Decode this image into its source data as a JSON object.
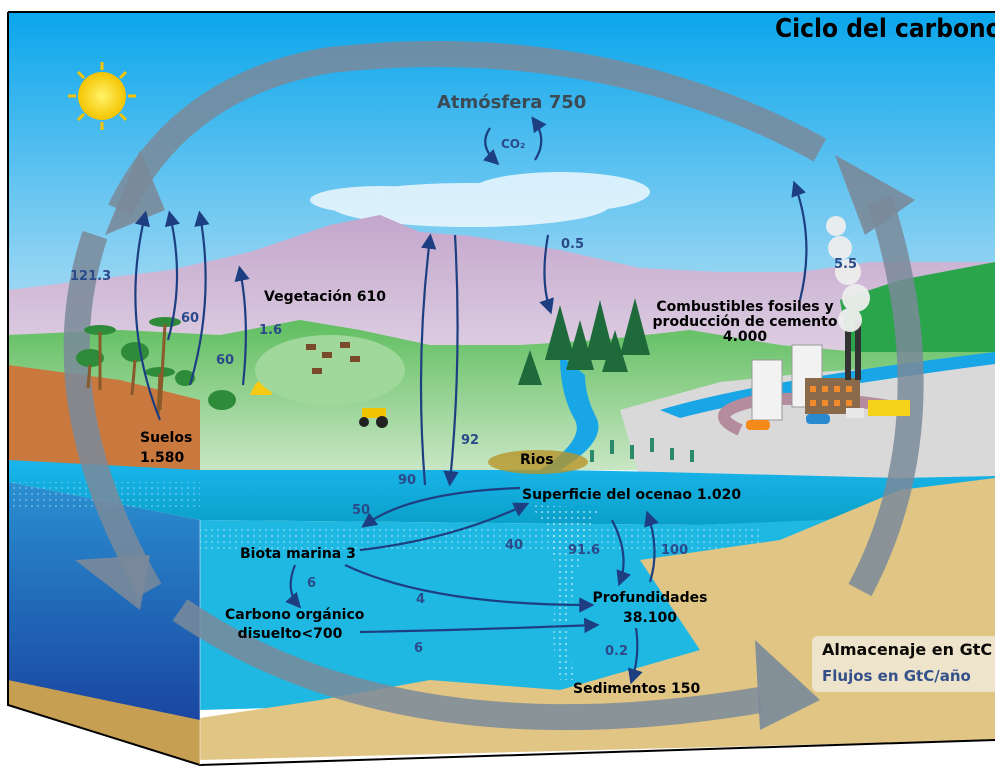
{
  "title": "Ciclo del carbono",
  "atmosphere": {
    "label": "Atmósfera 750",
    "gas": "CO₂"
  },
  "reservoirs": {
    "vegetation": "Vegetación 610",
    "soils_line1": "Suelos",
    "soils_line2": "1.580",
    "fossil_line1": "Combustibles fosiles y",
    "fossil_line2": "producción de cemento",
    "fossil_line3": "4.000",
    "rivers": "Rios",
    "ocean_surface": "Superficie del ocenao 1.020",
    "marine_biota": "Biota marina 3",
    "doc_line1": "Carbono orgánico",
    "doc_line2": "disuelto<700",
    "deep_line1": "Profundidades",
    "deep_line2": "38.100",
    "sediments": "Sedimentos 150"
  },
  "fluxes": {
    "land_to_atm_121": "121.3",
    "atm_to_veg_60": "60",
    "veg_60": "60",
    "landuse_16": "1.6",
    "atm_to_forest_05": "0.5",
    "fossil_55": "5.5",
    "ocean_up_90": "90",
    "ocean_down_92": "92",
    "surface_to_biota_50": "50",
    "biota_to_surface_40": "40",
    "biota_to_doc_6": "6",
    "biota_to_deep_4": "4",
    "doc_to_deep_6": "6",
    "surface_to_deep_916": "91.6",
    "deep_to_surface_100": "100",
    "deep_to_sed_02": "0.2"
  },
  "legend": {
    "storage": "Almacenaje en GtC",
    "flux": "Flujos en GtC/año"
  },
  "colors": {
    "sky_top": "#0aa6ec",
    "ocean": "#11b2ea",
    "deep_ocean": "#1558a8",
    "flux_text": "#2b4a8a",
    "sediment": "#e0bf7e",
    "grass": "#6cc36c"
  }
}
